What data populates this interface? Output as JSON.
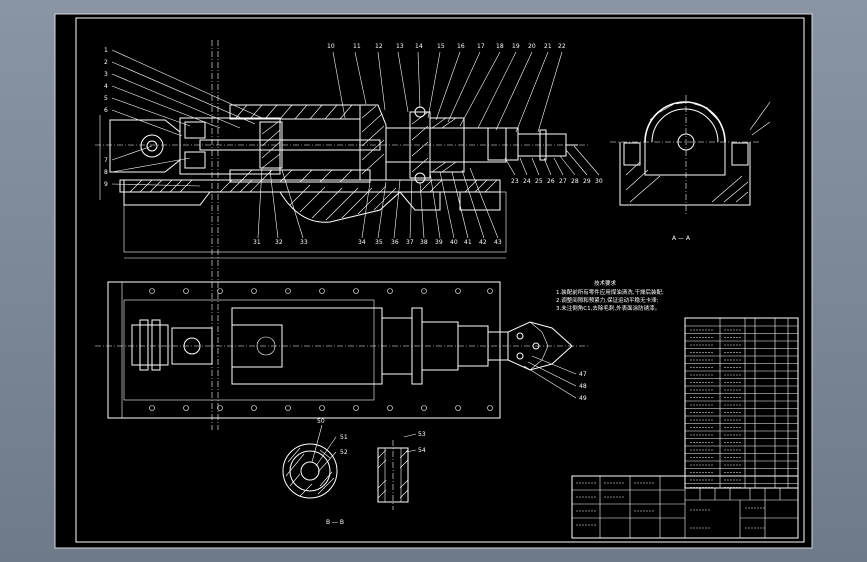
{
  "part_numbers_top": [
    "10",
    "11",
    "12",
    "13",
    "14",
    "15",
    "16",
    "17",
    "18",
    "19",
    "20",
    "21",
    "22"
  ],
  "part_numbers_left": [
    "1",
    "2",
    "3",
    "4",
    "5",
    "6",
    "7",
    "8",
    "9"
  ],
  "part_numbers_bottom": [
    "31",
    "32",
    "33",
    "34",
    "35",
    "36",
    "37",
    "38",
    "39",
    "40",
    "41",
    "42",
    "43"
  ],
  "part_numbers_right": [
    "23",
    "24",
    "25",
    "26",
    "27",
    "28",
    "29",
    "30"
  ],
  "part_numbers_plan": [
    "47",
    "48",
    "49"
  ],
  "part_numbers_section": [
    "50",
    "51",
    "52",
    "53",
    "54"
  ],
  "section_labels": {
    "a_a": "A — A",
    "b_b": "B — B"
  },
  "notes": {
    "title": "技术要求",
    "line1": "1.装配前所有零件应用煤油清洗,干燥后装配;",
    "line2": "2.调整间隙和预紧力,保证运动平稳无卡滞;",
    "line3": "3.未注倒角C1,去除毛刺,外表面涂防锈漆。"
  }
}
